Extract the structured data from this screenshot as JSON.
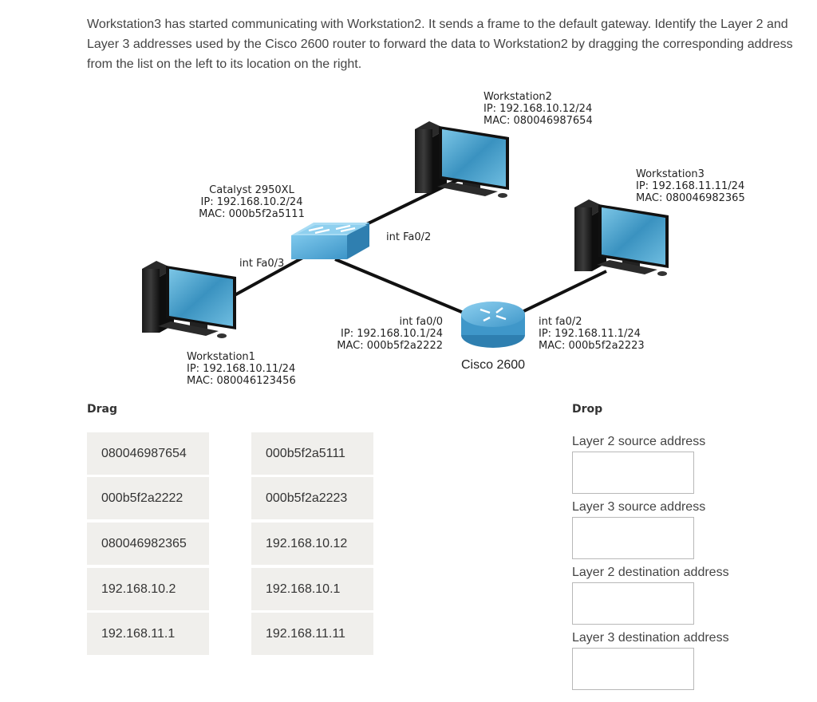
{
  "question": "Workstation3 has started communicating with Workstation2. It sends a frame to the default gateway. Identify the Layer 2 and Layer 3 addresses used by the Cisco 2600 router to forward the data to Workstation2 by dragging the corresponding address from the list on the left to its location on the right.",
  "diagram": {
    "workstation2": {
      "name": "Workstation2",
      "ip": "IP: 192.168.10.12/24",
      "mac": "MAC: 080046987654"
    },
    "workstation3": {
      "name": "Workstation3",
      "ip": "IP: 192.168.11.11/24",
      "mac": "MAC: 080046982365"
    },
    "workstation1": {
      "name": "Workstation1",
      "ip": "IP: 192.168.10.11/24",
      "mac": "MAC: 080046123456"
    },
    "switch": {
      "name": "Catalyst 2950XL",
      "ip": "IP: 192.168.10.2/24",
      "mac": "MAC: 000b5f2a5111"
    },
    "switch_port_ws2": "int Fa0/2",
    "switch_port_ws1": "int Fa0/3",
    "router_fa00": {
      "port": "int fa0/0",
      "ip": "IP: 192.168.10.1/24",
      "mac": "MAC: 000b5f2a2222"
    },
    "router_fa02": {
      "port": "int fa0/2",
      "ip": "IP: 192.168.11.1/24",
      "mac": "MAC: 000b5f2a2223"
    },
    "router_name": "Cisco 2600",
    "screen_color": "#4aa3c8",
    "switch_color": "#4aa6d6"
  },
  "drag": {
    "title": "Drag",
    "items": [
      "080046987654",
      "000b5f2a5111",
      "000b5f2a2222",
      "000b5f2a2223",
      "080046982365",
      "192.168.10.12",
      "192.168.10.2",
      "192.168.10.1",
      "192.168.11.1",
      "192.168.11.11"
    ]
  },
  "drop": {
    "title": "Drop",
    "targets": [
      "Layer 2 source address",
      "Layer 3 source address",
      "Layer 2 destination address",
      "Layer 3 destination address"
    ]
  }
}
